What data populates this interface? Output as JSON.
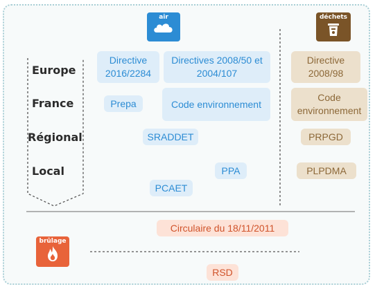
{
  "categories": {
    "air": "air",
    "waste": "déchets",
    "burning": "brûlage"
  },
  "levels": {
    "europe": "Europe",
    "france": "France",
    "regional": "Régional",
    "local": "Local"
  },
  "air": {
    "directive_2016": "Directive 2016/2284",
    "directives_2008": "Directives 2008/50 et 2004/107",
    "prepa": "Prepa",
    "code_env": "Code environnement",
    "sraddet": "SRADDET",
    "ppa": "PPA",
    "pcaet": "PCAET"
  },
  "waste": {
    "directive_2008_98": "Directive 2008/98",
    "code_env": "Code environnement",
    "prpgd": "PRPGD",
    "plpdma": "PLPDMA"
  },
  "burning": {
    "circulaire": "Circulaire du 18/11/2011",
    "rsd": "RSD"
  },
  "colors": {
    "air_blue": "#2c8cd4",
    "waste_brown": "#8c6838",
    "burning_orange": "#e8633a"
  },
  "icons": {
    "air": "cloud-icon",
    "waste": "trash-bin-icon",
    "burning": "flame-icon"
  }
}
